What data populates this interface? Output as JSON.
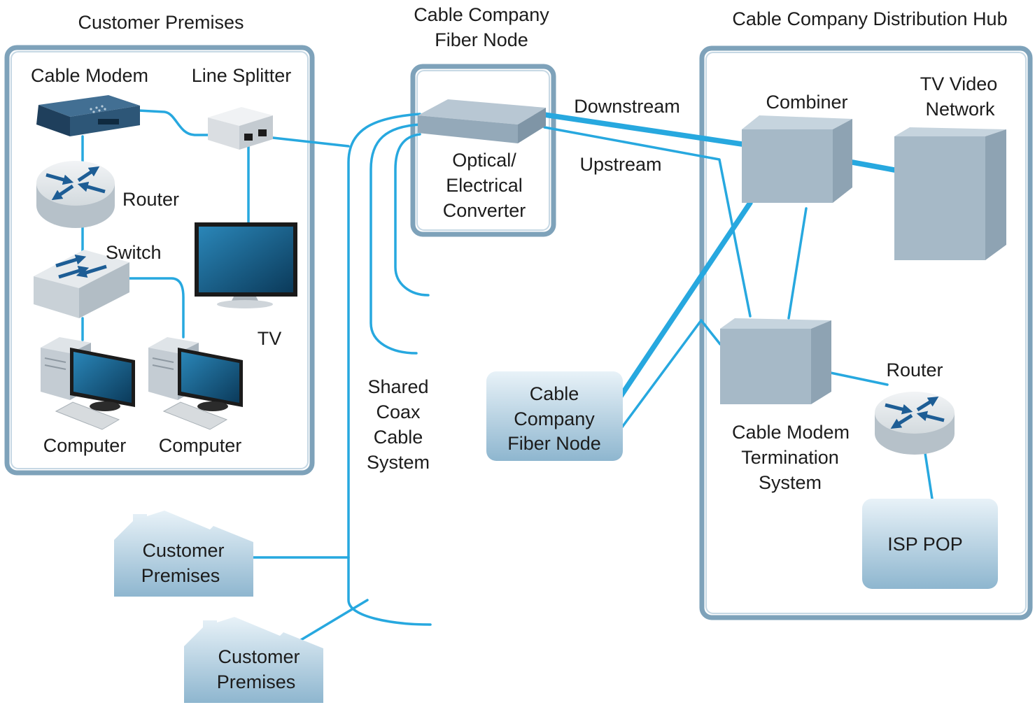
{
  "customer_premises_panel": {
    "title": "Customer Premises",
    "cable_modem": "Cable Modem",
    "line_splitter": "Line Splitter",
    "router": "Router",
    "switch": "Switch",
    "tv": "TV",
    "computer_1": "Computer",
    "computer_2": "Computer"
  },
  "fiber_node_panel": {
    "title_lines": [
      "Cable Company",
      "Fiber Node"
    ],
    "converter_lines": [
      "Optical/",
      "Electrical",
      "Converter"
    ]
  },
  "links": {
    "downstream": "Downstream",
    "upstream": "Upstream"
  },
  "shared_coax": {
    "lines": [
      "Shared",
      "Coax",
      "Cable",
      "System"
    ]
  },
  "remote_fiber_node": {
    "lines": [
      "Cable",
      "Company",
      "Fiber Node"
    ]
  },
  "customer_houses": [
    {
      "lines": [
        "Customer",
        "Premises"
      ]
    },
    {
      "lines": [
        "Customer",
        "Premises"
      ]
    }
  ],
  "distribution_hub": {
    "title": "Cable Company Distribution Hub",
    "combiner": "Combiner",
    "tv_video_network_lines": [
      "TV Video",
      "Network"
    ],
    "cmts_lines": [
      "Cable Modem",
      "Termination",
      "System"
    ],
    "router": "Router",
    "isp_pop": "ISP POP"
  },
  "colors": {
    "link": "#27a8df",
    "panel_border": "#7ea2ba",
    "device_gray": "#a9bccb"
  }
}
